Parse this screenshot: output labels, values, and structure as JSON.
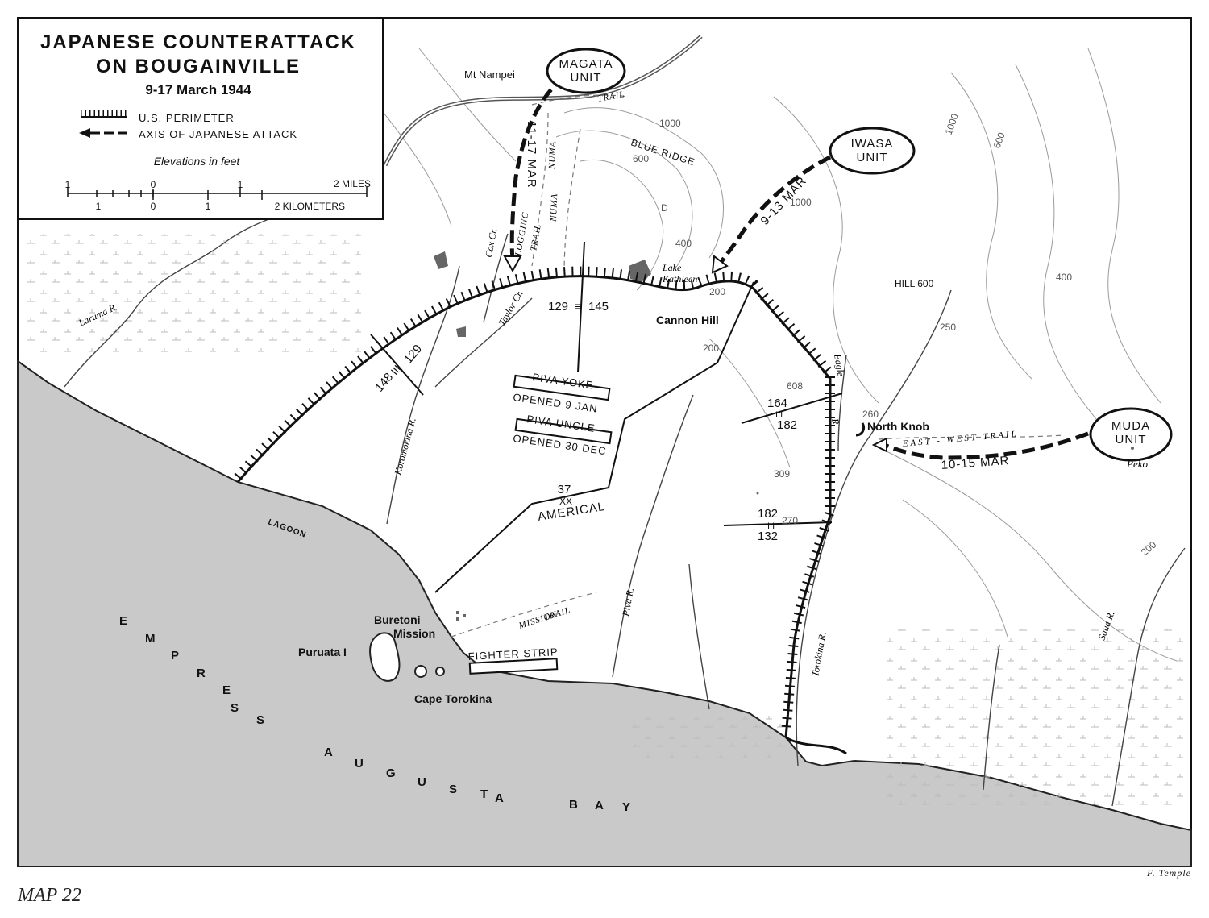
{
  "legend": {
    "title_line1": "JAPANESE COUNTERATTACK",
    "title_line2": "ON BOUGAINVILLE",
    "date": "9-17 March 1944",
    "perimeter_label": "U.S. PERIMETER",
    "attack_label": "AXIS OF JAPANESE ATTACK",
    "elevation_note": "Elevations in feet",
    "scale_miles_left": "1",
    "scale_miles_zero": "0",
    "scale_miles_one": "1",
    "scale_miles_label": "2 MILES",
    "scale_km_left": "1",
    "scale_km_zero": "0",
    "scale_km_one": "1",
    "scale_km_label": "2 KILOMETERS"
  },
  "units": {
    "magata": [
      "MAGATA",
      "UNIT"
    ],
    "iwasa": [
      "IWASA",
      "UNIT"
    ],
    "muda": [
      "MUDA",
      "UNIT"
    ]
  },
  "attacks": {
    "magata_dates": "11-17 MAR",
    "iwasa_dates": "9-13 MAR",
    "muda_dates": "10-15 MAR"
  },
  "boundaries": {
    "b1_left": "148",
    "b1_right": "129",
    "b2_left": "129",
    "b2_right": "145",
    "b3_top": "164",
    "b3_bottom": "182",
    "b4_top": "182",
    "b4_bottom": "132",
    "division_num": "37",
    "division_symbol": "XX",
    "division_name": "AMERICAL"
  },
  "airfields": {
    "yoke_name": "PIVA YOKE",
    "yoke_opened": "OPENED 9 JAN",
    "uncle_name": "PIVA UNCLE",
    "uncle_opened": "OPENED 30 DEC",
    "fighter": "FIGHTER STRIP"
  },
  "places": {
    "mt_nampei": "Mt Nampei",
    "cannon_hill": "Cannon Hill",
    "north_knob": "North Knob",
    "hill_600": "HILL 600",
    "lake_kathleen_1": "Lake",
    "lake_kathleen_2": "Kathleen",
    "buretoni_1": "Buretoni",
    "buretoni_2": "Mission",
    "puruata": "Puruata I",
    "cape_torokina": "Cape Torokina",
    "lagoon": "LAGOON",
    "peko": "Peko",
    "blue_ridge": "BLUE RIDGE",
    "bay_letters": [
      "E",
      "M",
      "P",
      "R",
      "E",
      "S",
      "S",
      "A",
      "U",
      "G",
      "U",
      "S",
      "T",
      "A",
      "B",
      "A",
      "Y"
    ]
  },
  "trails": {
    "logging_1": "LOGGING",
    "logging_2": "TRAIL",
    "numa_1": "NUMA",
    "numa_2": "NUMA",
    "trail_top": "TRAIL",
    "east_west": "EAST - WEST TRAIL",
    "mission_1": "MISSION",
    "mission_2": "TRAIL"
  },
  "rivers": {
    "laruma": "Laruma R.",
    "koromokina": "Koromokina R.",
    "taylor": "Taylor Cr.",
    "cox": "Cox Cr.",
    "piva": "Piva R.",
    "eagle_1": "Eagle",
    "eagle_2": "R.",
    "torokina": "Torokina R.",
    "saua": "Saua R."
  },
  "elevations": [
    "1000",
    "600",
    "1000",
    "600",
    "1000",
    "400",
    "400",
    "200",
    "608",
    "260",
    "309",
    "270",
    "250",
    "200",
    "200",
    "D"
  ],
  "footer": {
    "map_number": "MAP 22",
    "credit": "F. Temple"
  }
}
